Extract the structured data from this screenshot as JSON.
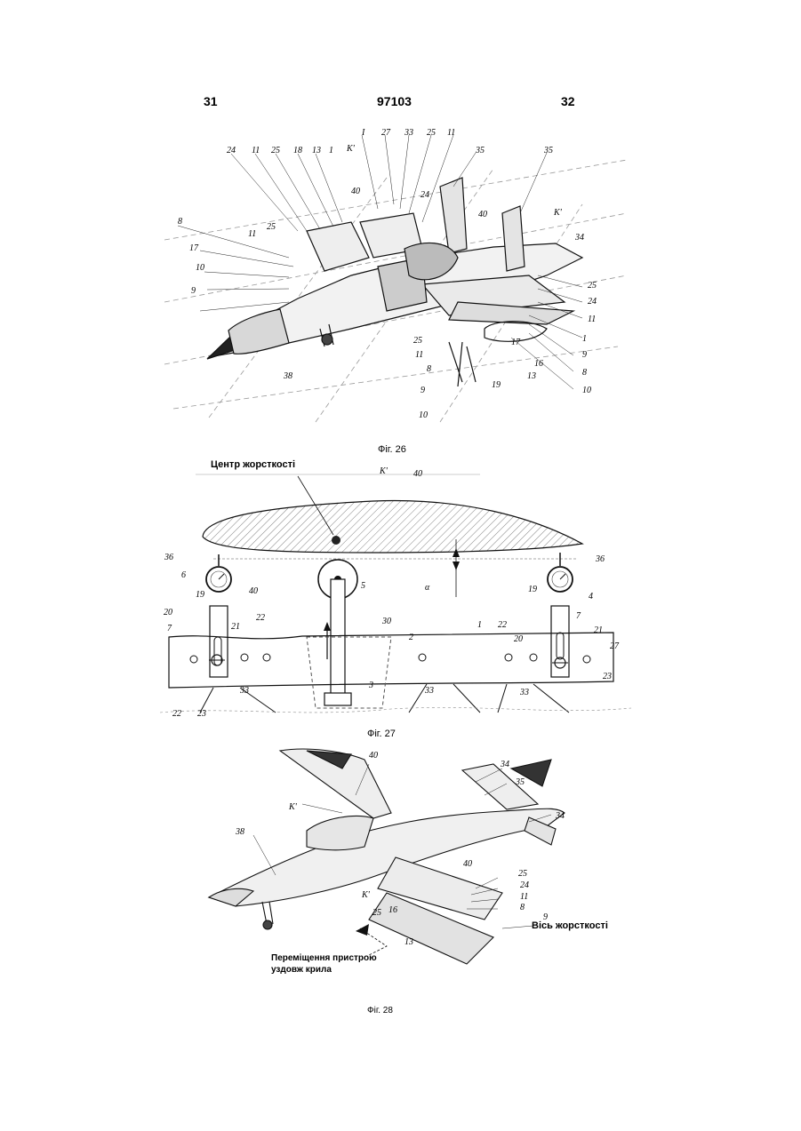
{
  "header": {
    "left_page": "31",
    "patent_number": "97103",
    "right_page": "32"
  },
  "figures": [
    {
      "caption": "Фіг. 26",
      "labels": [
        "24",
        "11",
        "25",
        "18",
        "13",
        "1",
        "K'",
        "I",
        "27",
        "33",
        "25",
        "11",
        "35",
        "35",
        "8",
        "25",
        "11",
        "40",
        "24",
        "40",
        "K'",
        "34",
        "17",
        "10",
        "9",
        "38",
        "25",
        "11",
        "8",
        "9",
        "10",
        "13",
        "16",
        "17",
        "19",
        "1",
        "9",
        "8",
        "10",
        "25",
        "24",
        "11"
      ]
    },
    {
      "caption": "Фіг. 27",
      "annotation": "Центр жорсткості",
      "labels": [
        "K'",
        "40",
        "36",
        "36",
        "6",
        "4",
        "40",
        "5",
        "19",
        "19",
        "20",
        "7",
        "21",
        "21",
        "22",
        "30",
        "2",
        "1",
        "22",
        "20",
        "7",
        "27",
        "22",
        "23",
        "23",
        "33",
        "3",
        "33",
        "33",
        "α"
      ]
    },
    {
      "caption": "Фіг. 28",
      "annotation_axis": "Вісь жорсткості",
      "annotation_move": "Переміщення пристрою уздовж крила",
      "labels": [
        "40",
        "K'",
        "34",
        "35",
        "34",
        "38",
        "40",
        "K'",
        "25",
        "24",
        "11",
        "8",
        "9",
        "16",
        "13",
        "25"
      ]
    }
  ]
}
